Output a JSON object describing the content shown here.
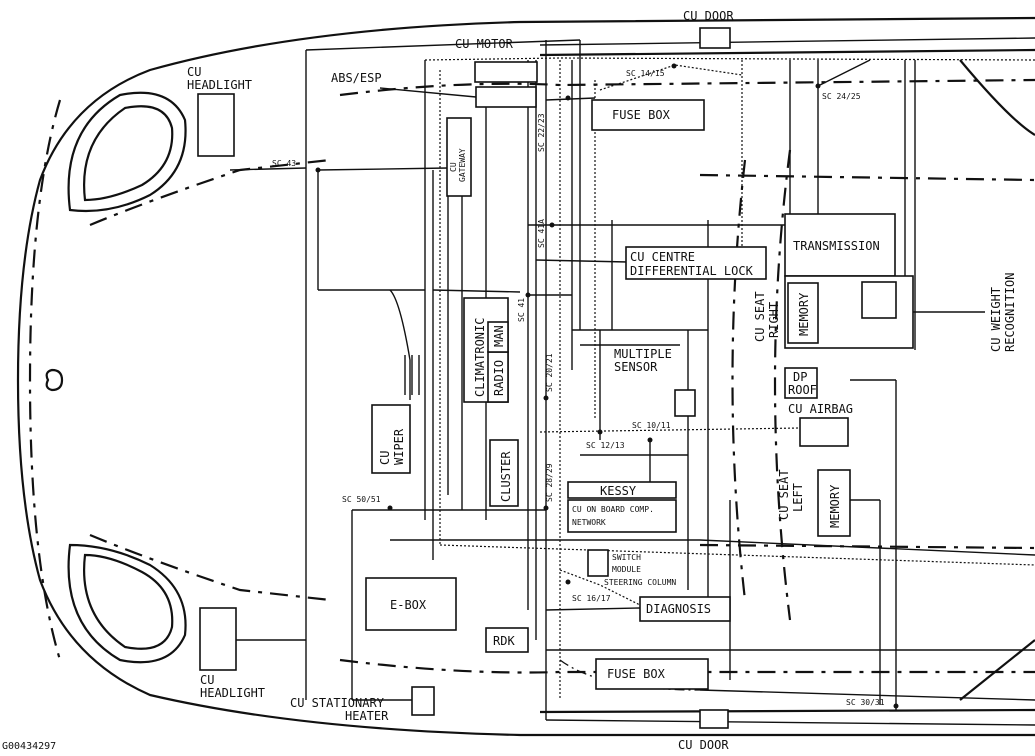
{
  "figure_id": "G00434297",
  "components": {
    "cu_motor": "CU MOTOR",
    "cu_door_top": "CU DOOR",
    "cu_door_bottom": "CU DOOR",
    "cu_headlight_top": [
      "CU",
      "HEADLIGHT"
    ],
    "cu_headlight_bottom": [
      "CU",
      "HEADLIGHT"
    ],
    "abs_esp": "ABS/ESP",
    "cu_gateway": [
      "CU",
      "GATEWAY"
    ],
    "fuse_box_top": "FUSE BOX",
    "fuse_box_bottom": "FUSE BOX",
    "transmission": "TRANSMISSION",
    "cu_centre_diff": [
      "CU CENTRE",
      "DIFFERENTIAL LOCK"
    ],
    "cu_seat_right": [
      "CU SEAT",
      "RIGHT"
    ],
    "memory_right": "MEMORY",
    "cu_weight_recognition": [
      "CU WEIGHT",
      "RECOGNITION"
    ],
    "climatronic": "CLIMATRONIC",
    "man": "MAN",
    "radio": "RADIO",
    "multiple_sensor": [
      "MULTIPLE",
      "SENSOR"
    ],
    "dp_roof": [
      "DP",
      "ROOF"
    ],
    "cu_airbag": "CU AIRBAG",
    "cu_wiper": [
      "CU",
      "WIPER"
    ],
    "cluster": "CLUSTER",
    "kessy": "KESSY",
    "cu_on_board_comp": [
      "CU ON BOARD COMP.",
      "NETWORK"
    ],
    "cu_seat_left": [
      "CU SEAT",
      "LEFT"
    ],
    "memory_left": "MEMORY",
    "switch_module": [
      "SWITCH",
      "MODULE"
    ],
    "steering_column": "STEERING COLUMN",
    "e_box": "E-BOX",
    "diagnosis": "DIAGNOSIS",
    "rdk": "RDK",
    "cu_stationary_heater": [
      "CU STATIONARY",
      "HEATER"
    ]
  },
  "splices": {
    "sc_14_15": "SC 14/15",
    "sc_24_25": "SC 24/25",
    "sc_22_23": "SC 22/23",
    "sc_43": "SC 43",
    "sc_41a": "SC 41A",
    "sc_41": "SC 41",
    "sc_20_21": "SC 20/21",
    "sc_10_11": "SC 10/11",
    "sc_12_13": "SC 12/13",
    "sc_28_29": "SC 28/29",
    "sc_50_51": "SC 50/51",
    "sc_16_17": "SC 16/17",
    "sc_30_31": "SC 30/31"
  }
}
